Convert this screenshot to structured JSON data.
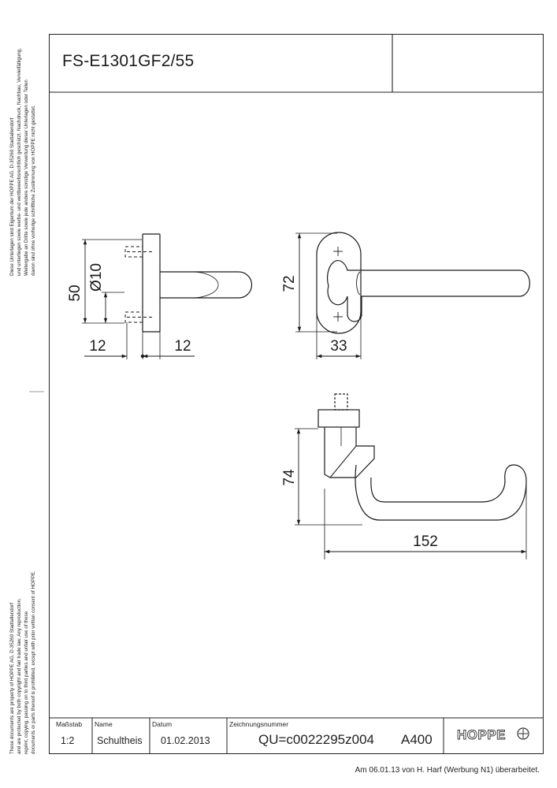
{
  "title": "FS-E1301GF2/55",
  "notice_de": [
    "Diese Unterlagen sind Eigentum der HOPPE AG, D-35260 Stadtallendorf",
    "und unterliegen sowie werbe- und wettbewerbsrechtlich geschützt. Nachdruck, Nachbau, Vervielfältigung,",
    "Weitergabe an Dritte sowie jede andere sonstige Verwertung dieser Unterlagen oder Teilen",
    "davon sind ohne vorherige schriftliche Zustimmung von HOPPE nicht gestattet."
  ],
  "notice_en": [
    "These documents are property of HOPPE AG, D-35260 Stadtallendorf",
    "and are protected by both copyright and fair trade law. Any reproduction,",
    "reprint, copying, passing on to third parties and unfair use of these",
    "documents or parts thereof is prohibited, except with prior written consent of HOPPE."
  ],
  "dimensions": {
    "side_50": "50",
    "side_d10": "Ø10",
    "side_12_left": "12",
    "side_12_right": "12",
    "front_72": "72",
    "front_33": "33",
    "top_74": "74",
    "top_152": "152"
  },
  "title_block": {
    "scale_label": "Maßstab",
    "scale_value": "1:2",
    "name_label": "Name",
    "name_value": "Schultheis",
    "date_label": "Datum",
    "date_value": "01.02.2013",
    "drawing_number_label": "Zeichnungsnummer",
    "drawing_number_value": "QU=c0022295z004",
    "format": "A400",
    "logo": "HOPPE"
  },
  "footer_note": "Am 06.01.13 von H. Harf (Werbung N1) überarbeitet."
}
